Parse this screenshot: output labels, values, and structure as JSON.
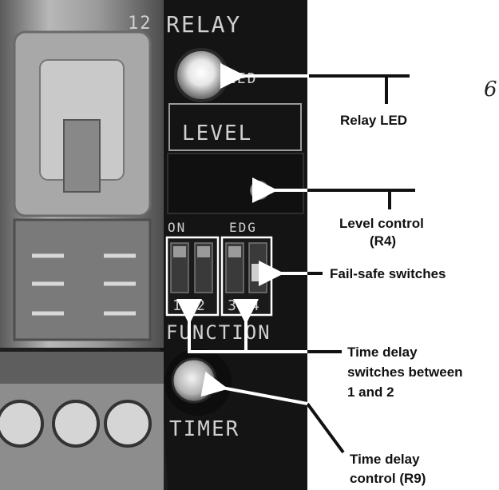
{
  "photo": {
    "board_labels": {
      "relay": "RELAY",
      "led": "LED",
      "level": "LEVEL",
      "on": "ON",
      "edg": "EDG",
      "function": "FUNCTION",
      "timer": "TIMER",
      "switch_numbers": [
        "1",
        "2",
        "3",
        "4"
      ],
      "relay_top_fragment": "12"
    }
  },
  "callouts": {
    "relay_led": "Relay LED",
    "level_control_1": "Level control",
    "level_control_2": "(R4)",
    "fail_safe": "Fail-safe switches",
    "time_delay_switches_1": "Time delay",
    "time_delay_switches_2": "switches between",
    "time_delay_switches_3": "1 and 2",
    "time_delay_control_1": "Time delay",
    "time_delay_control_2": "control (R9)"
  },
  "edge_glyph": "6",
  "colors": {
    "line": "#111111",
    "arrow": "#ffffff",
    "board": "#1c1c1c",
    "relay_body": "#9a9a9a"
  }
}
